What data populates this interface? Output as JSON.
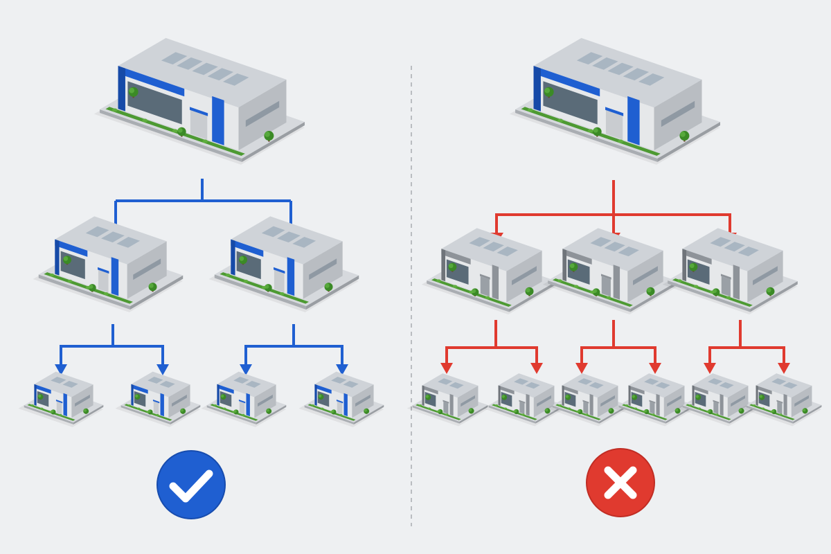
{
  "palette": {
    "background": "#eef0f2",
    "good_accent": "#1f5fd1",
    "bad_accent": "#e03a2f",
    "divider": "#b9bcc0",
    "concrete_top": "#d6d9dd",
    "concrete_side": "#a9adb2",
    "grass": "#4d9a32",
    "tree": "#3b8a26",
    "trunk": "#6b4a2a",
    "wall_light": "#e6e8ea",
    "wall_shade": "#b9bdc2",
    "roof": "#cfd3d8",
    "gray_block": "#8e9399",
    "glass": "#5a6b78",
    "badge_symbol": "#ffffff"
  },
  "panels": [
    {
      "id": "centralized",
      "style": "blue",
      "arrow_color": "#1f5fd1",
      "root": {
        "building": "large-warehouse-blue"
      },
      "tier2": [
        {
          "building": "warehouse-blue",
          "children": 2
        },
        {
          "building": "warehouse-blue",
          "children": 2
        }
      ],
      "tier3_building": "small-warehouse-blue",
      "badge": {
        "type": "check-icon",
        "color": "#1f5fd1"
      }
    },
    {
      "id": "fragmented",
      "style": "gray",
      "arrow_color": "#e03a2f",
      "root": {
        "building": "large-warehouse-blue"
      },
      "tier2": [
        {
          "building": "warehouse-gray",
          "children": 2
        },
        {
          "building": "warehouse-gray",
          "children": 2
        },
        {
          "building": "warehouse-gray",
          "children": 2
        }
      ],
      "tier3_building": "small-warehouse-gray",
      "badge": {
        "type": "cross-icon",
        "color": "#e03a2f"
      }
    }
  ]
}
